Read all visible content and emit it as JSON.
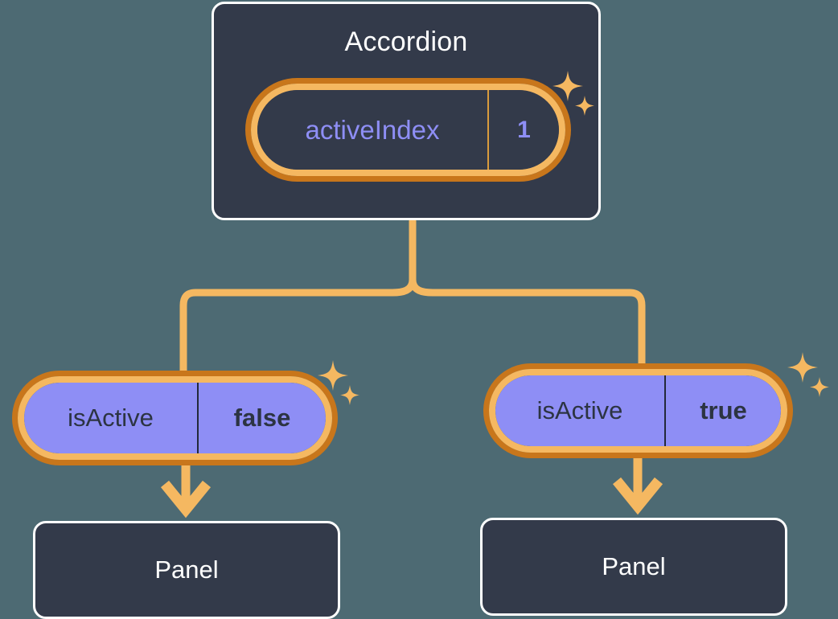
{
  "diagram": {
    "title_node": "Accordion",
    "background_color": "#4d6a73",
    "accent_orange_light": "#f5b861",
    "accent_orange_dark": "#c8761b",
    "node_fill": "#333a4a",
    "node_border": "#ffffff",
    "pill_purple": "#8e8ef5"
  },
  "root": {
    "label": "Accordion",
    "state": {
      "key": "activeIndex",
      "value": "1"
    },
    "sparkle_icon": "sparkles-icon"
  },
  "branches": [
    {
      "state": {
        "key": "isActive",
        "value": "false"
      },
      "child_label": "Panel",
      "sparkle_icon": "sparkles-icon",
      "arrow_icon": "arrow-down-icon"
    },
    {
      "state": {
        "key": "isActive",
        "value": "true"
      },
      "child_label": "Panel",
      "sparkle_icon": "sparkles-icon",
      "arrow_icon": "arrow-down-icon"
    }
  ]
}
